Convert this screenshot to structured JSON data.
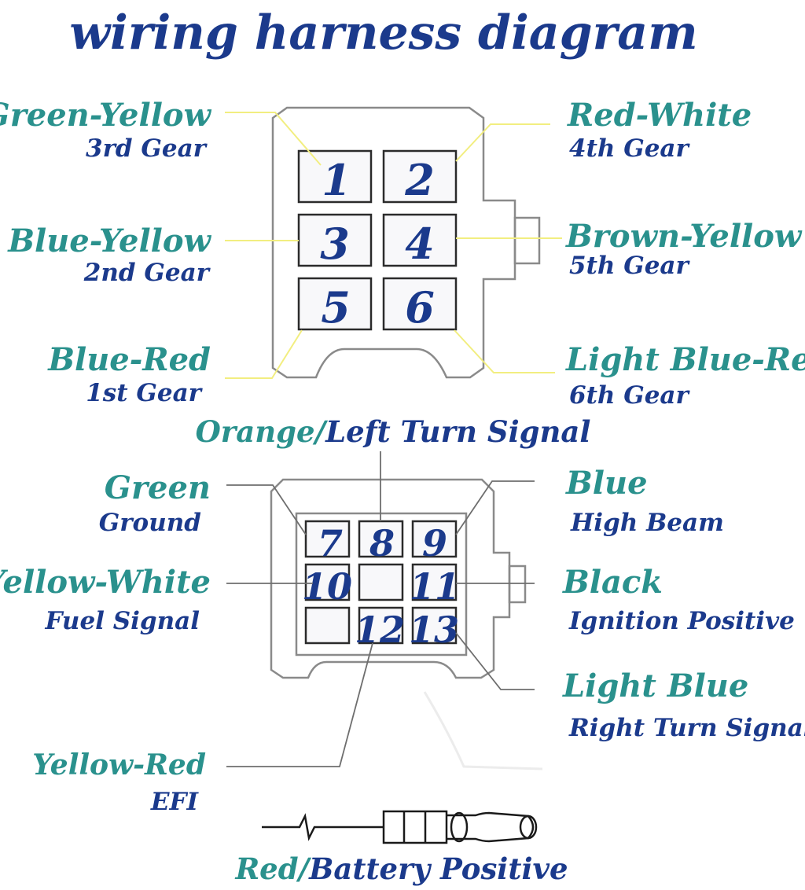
{
  "title": "wiring harness diagram",
  "connector_a": {
    "pins": [
      {
        "number": "1",
        "color": "Green-Yellow",
        "function": "3rd Gear"
      },
      {
        "number": "2",
        "color": "Red-White",
        "function": "4th Gear"
      },
      {
        "number": "3",
        "color": "Blue-Yellow",
        "function": "2nd Gear"
      },
      {
        "number": "4",
        "color": "Brown-Yellow",
        "function": "5th Gear"
      },
      {
        "number": "5",
        "color": "Blue-Red",
        "function": "1st Gear"
      },
      {
        "number": "6",
        "color": "Light Blue-Red",
        "function": "6th Gear"
      }
    ]
  },
  "connector_b": {
    "pins": [
      {
        "number": "7",
        "color": "Green",
        "function": "Ground"
      },
      {
        "number": "8",
        "color": "Orange/",
        "function": "Left Turn Signal"
      },
      {
        "number": "9",
        "color": "Blue",
        "function": "High Beam"
      },
      {
        "number": "10",
        "color": "Yellow-White",
        "function": "Fuel Signal"
      },
      {
        "number": "11",
        "color": "Black",
        "function": "Ignition Positive"
      },
      {
        "number": "12",
        "color": "Yellow-Red",
        "function": "EFI"
      },
      {
        "number": "13",
        "color": "Light Blue",
        "function": "Right Turn Signal"
      }
    ]
  },
  "battery_wire": {
    "color": "Red/",
    "function": "Battery Positive"
  }
}
